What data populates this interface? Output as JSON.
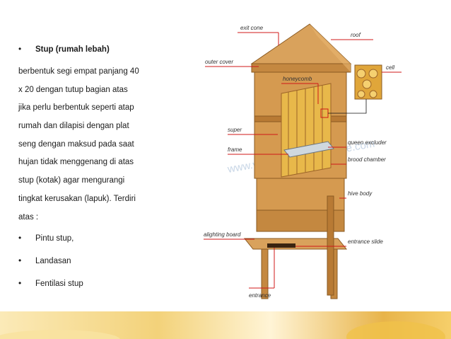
{
  "slide": {
    "heading": "Stup (rumah lebah)",
    "paragraph_lines": [
      "berbentuk segi empat panjang 40",
      "x 20 dengan tutup bagian atas",
      "jika perlu berbentuk seperti atap",
      "rumah dan dilapisi dengan plat",
      "seng dengan maksud pada saat",
      "hujan tidak menggenang di atas",
      "stup (kotak) agar mengurangi",
      "tingkat kerusakan (lapuk). Terdiri",
      "atas :"
    ],
    "bullets": [
      "Pintu stup,",
      "Landasan",
      "Fentilasi  stup"
    ],
    "bullet_symbol": "•"
  },
  "diagram": {
    "labels": {
      "exit_cone": "exit cone",
      "roof": "roof",
      "outer_cover": "outer cover",
      "honeycomb": "honeycomb",
      "cell": "cell",
      "super": "super",
      "frame": "frame",
      "queen_excluder": "queen excluder",
      "brood_chamber": "brood chamber",
      "hive_body": "hive body",
      "alighting_board": "alighting board",
      "entrance_slide": "entrance slide",
      "entrance": "entrance"
    },
    "watermark": "www.visualdictionaryonline.com",
    "colors": {
      "wood_light": "#d9a25c",
      "wood_mid": "#c48840",
      "wood_dark": "#9c6428",
      "comb": "#e8b84a",
      "leader": "#d01818"
    }
  },
  "theme": {
    "bottom_band_colors": [
      "#f3d27a",
      "#e8b44a",
      "#fbeab8"
    ]
  }
}
